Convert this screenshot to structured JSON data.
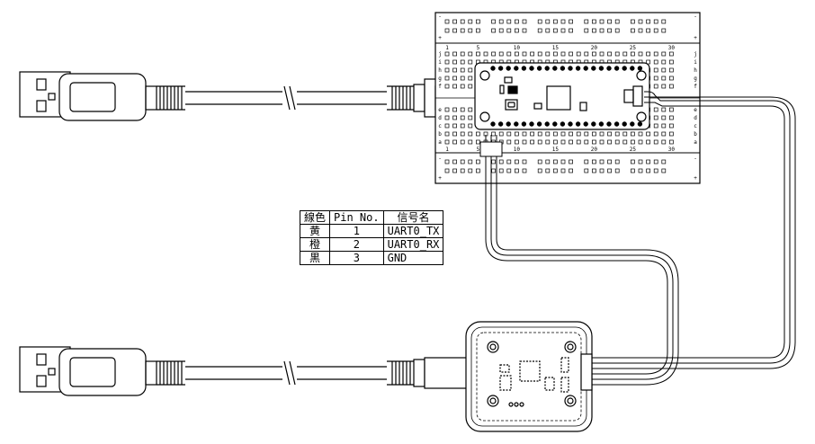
{
  "wiring_table": {
    "headers": [
      "線色",
      "Pin No.",
      "信号名"
    ],
    "rows": [
      {
        "color": "黄",
        "pin": "1",
        "signal": "UART0_TX"
      },
      {
        "color": "橙",
        "pin": "2",
        "signal": "UART0_RX"
      },
      {
        "color": "黒",
        "pin": "3",
        "signal": "GND"
      }
    ]
  },
  "breadboard": {
    "column_numbers": [
      "1",
      "5",
      "10",
      "15",
      "20",
      "25",
      "30"
    ],
    "row_letters_top": [
      "j",
      "i",
      "h",
      "g",
      "f"
    ],
    "row_letters_bottom": [
      "e",
      "d",
      "c",
      "b",
      "a"
    ],
    "rail_signs": [
      "+",
      "-"
    ]
  }
}
